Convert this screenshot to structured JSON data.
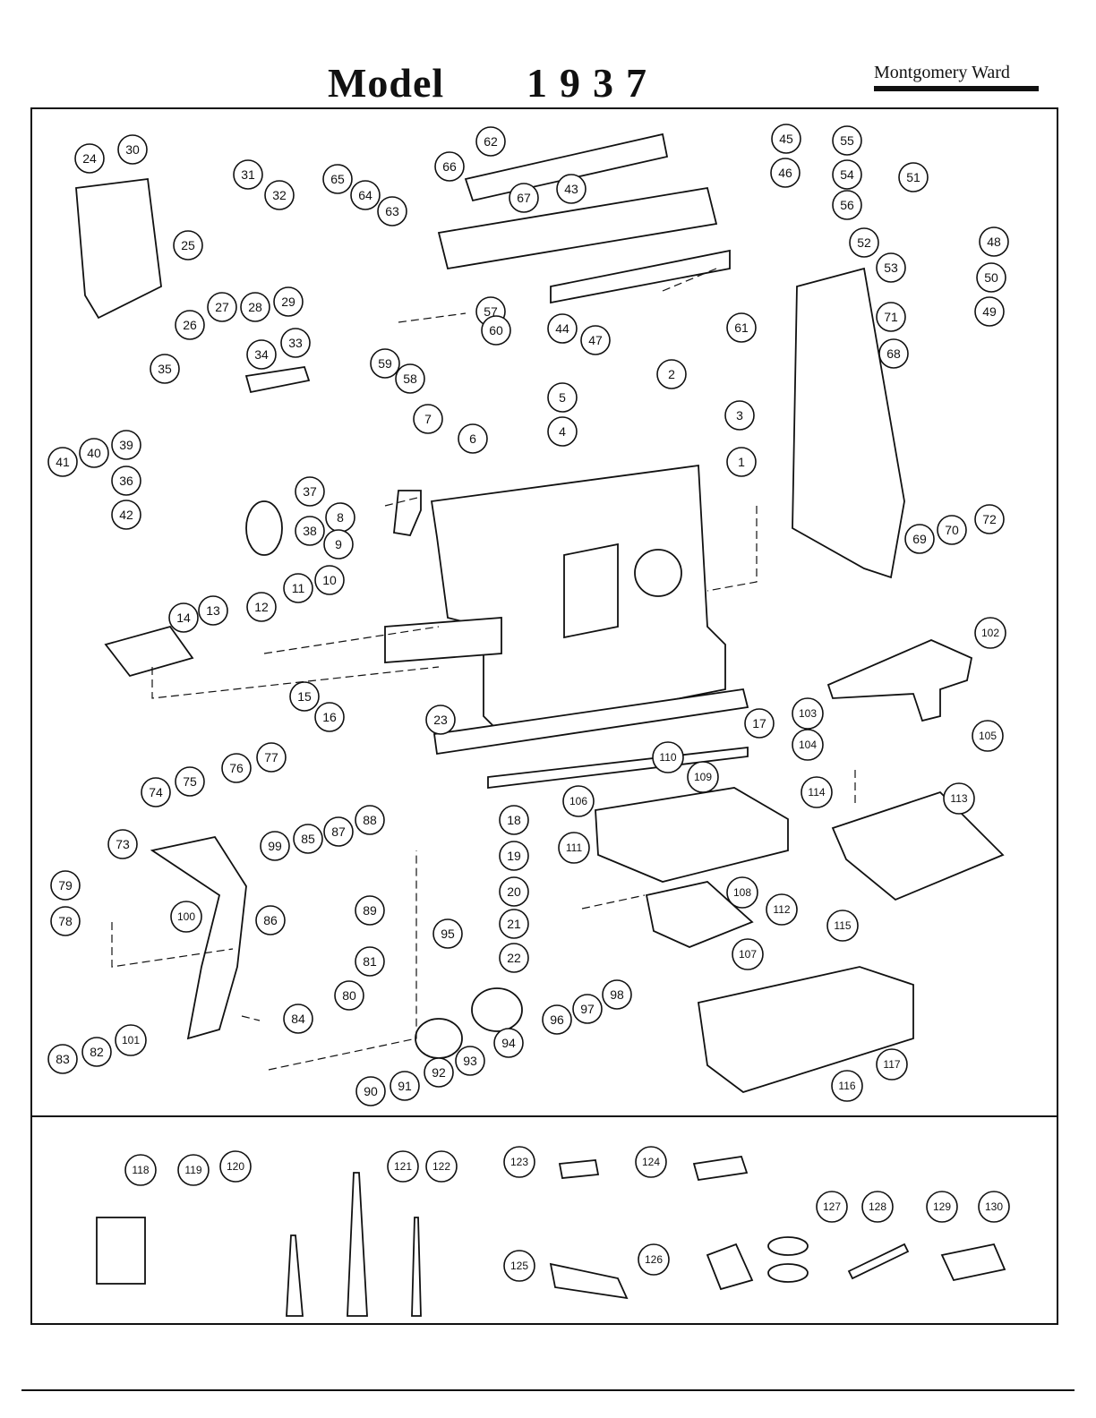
{
  "header": {
    "model_label": "Model",
    "model_number": "1937",
    "brand": "Montgomery Ward"
  },
  "diagram": {
    "type": "exploded parts diagram",
    "part_numbers": [
      "1",
      "2",
      "3",
      "4",
      "5",
      "6",
      "7",
      "8",
      "9",
      "10",
      "11",
      "12",
      "13",
      "14",
      "15",
      "16",
      "17",
      "18",
      "19",
      "20",
      "21",
      "22",
      "23",
      "24",
      "25",
      "26",
      "27",
      "28",
      "29",
      "30",
      "31",
      "32",
      "33",
      "34",
      "35",
      "36",
      "37",
      "38",
      "39",
      "40",
      "41",
      "42",
      "43",
      "44",
      "45",
      "46",
      "47",
      "48",
      "49",
      "50",
      "51",
      "52",
      "53",
      "54",
      "55",
      "56",
      "57",
      "58",
      "59",
      "60",
      "61",
      "62",
      "63",
      "64",
      "65",
      "66",
      "67",
      "68",
      "69",
      "70",
      "71",
      "72",
      "73",
      "74",
      "75",
      "76",
      "77",
      "78",
      "79",
      "80",
      "81",
      "82",
      "83",
      "84",
      "85",
      "86",
      "87",
      "88",
      "89",
      "90",
      "91",
      "92",
      "93",
      "94",
      "95",
      "96",
      "97",
      "98",
      "99",
      "100",
      "101",
      "102",
      "103",
      "104",
      "105",
      "106",
      "107",
      "108",
      "109",
      "110",
      "111",
      "112",
      "113",
      "114",
      "115",
      "116",
      "117",
      "118",
      "119",
      "120",
      "121",
      "122",
      "123",
      "124",
      "125",
      "126",
      "127",
      "128",
      "129",
      "130"
    ]
  }
}
